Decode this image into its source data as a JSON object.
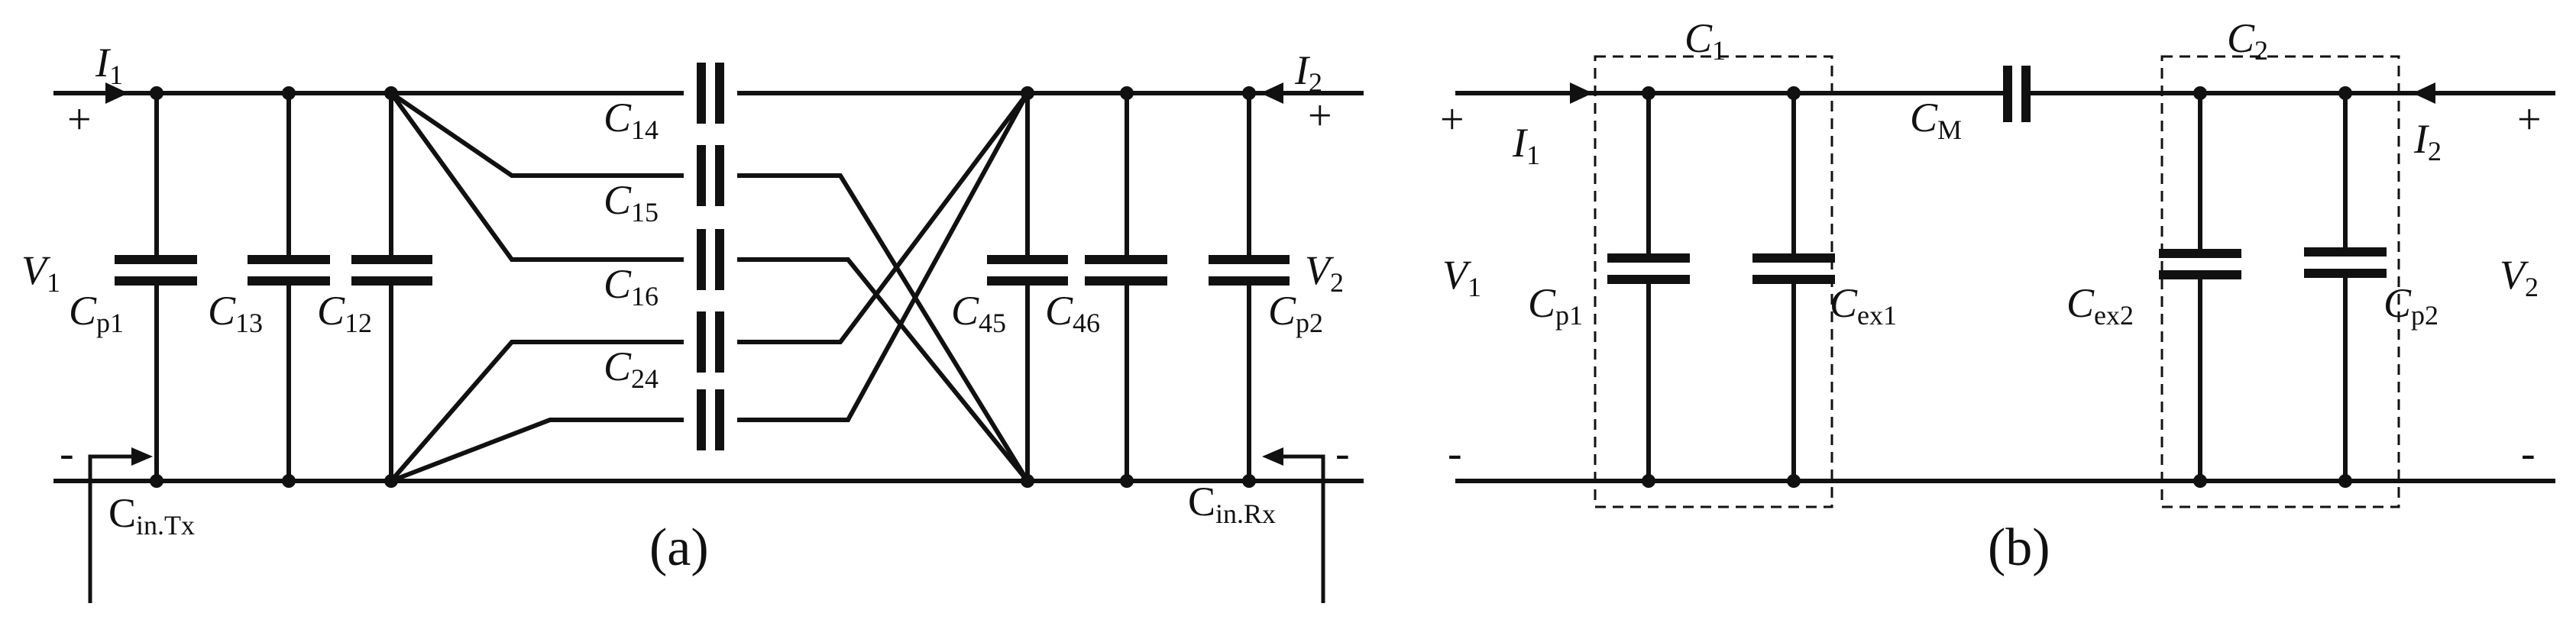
{
  "panel_a": {
    "caption": "(a)",
    "I1": {
      "main": "I",
      "sub": "1"
    },
    "I2": {
      "main": "I",
      "sub": "2"
    },
    "V1": {
      "main": "V",
      "sub": "1"
    },
    "V2": {
      "main": "V",
      "sub": "2"
    },
    "plus_left": "+",
    "plus_right": "+",
    "minus_left": "-",
    "minus_right": "-",
    "Cp1": {
      "main": "C",
      "sub": "p1"
    },
    "C13": {
      "main": "C",
      "sub": "13"
    },
    "C12": {
      "main": "C",
      "sub": "12"
    },
    "C14": {
      "main": "C",
      "sub": "14"
    },
    "C15": {
      "main": "C",
      "sub": "15"
    },
    "C16": {
      "main": "C",
      "sub": "16"
    },
    "C24": {
      "main": "C",
      "sub": "24"
    },
    "C45": {
      "main": "C",
      "sub": "45"
    },
    "C46": {
      "main": "C",
      "sub": "46"
    },
    "Cp2": {
      "main": "C",
      "sub": "p2"
    },
    "CinTx": {
      "main": "C",
      "sub": "in.Tx"
    },
    "CinRx": {
      "main": "C",
      "sub": "in.Rx"
    }
  },
  "panel_b": {
    "caption": "(b)",
    "C1": {
      "main": "C",
      "sub": "1"
    },
    "C2": {
      "main": "C",
      "sub": "2"
    },
    "CM": {
      "main": "C",
      "sub": "M"
    },
    "I1": {
      "main": "I",
      "sub": "1"
    },
    "I2": {
      "main": "I",
      "sub": "2"
    },
    "V1": {
      "main": "V",
      "sub": "1"
    },
    "V2": {
      "main": "V",
      "sub": "2"
    },
    "Cp1": {
      "main": "C",
      "sub": "p1"
    },
    "Cex1": {
      "main": "C",
      "sub": "ex1"
    },
    "Cex2": {
      "main": "C",
      "sub": "ex2"
    },
    "Cp2": {
      "main": "C",
      "sub": "p2"
    },
    "plus_left": "+",
    "plus_right": "+",
    "minus_left": "-",
    "minus_right": "-"
  }
}
